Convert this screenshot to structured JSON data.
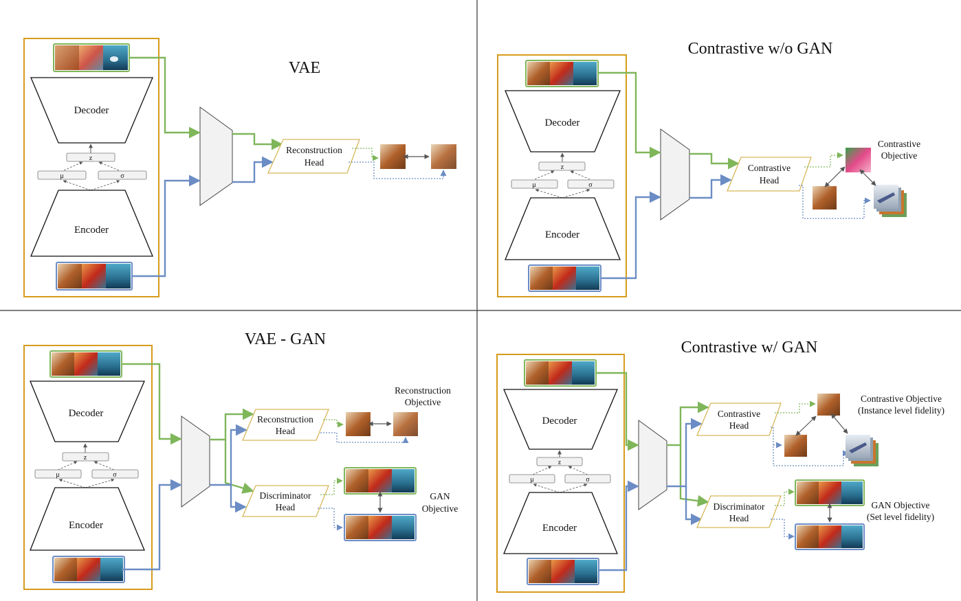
{
  "colors": {
    "container": "#d79b1a",
    "green_path": "#7fb65a",
    "blue_path": "#6b8cc4",
    "head_border": "#d6b75a",
    "grey_fill": "#f2f2f2"
  },
  "common": {
    "decoder": "Decoder",
    "encoder": "Encoder",
    "z": "z",
    "mu": "μ",
    "sigma": "σ"
  },
  "panels": {
    "vae": {
      "title": "VAE",
      "head": [
        "Reconstruction",
        "Head"
      ]
    },
    "contrastive_wo_gan": {
      "title": "Contrastive w/o GAN",
      "head": [
        "Contrastive",
        "Head"
      ],
      "objective": [
        "Contrastive",
        "Objective"
      ]
    },
    "vae_gan": {
      "title": "VAE - GAN",
      "head1": [
        "Reconstruction",
        "Head"
      ],
      "head2": [
        "Discriminator",
        "Head"
      ],
      "objective1": [
        "Reconstruction",
        "Objective"
      ],
      "objective2": [
        "GAN",
        "Objective"
      ]
    },
    "contrastive_w_gan": {
      "title": "Contrastive w/ GAN",
      "head1": [
        "Contrastive",
        "Head"
      ],
      "head2": [
        "Discriminator",
        "Head"
      ],
      "objective1": [
        "Contrastive Objective",
        "(Instance level fidelity)"
      ],
      "objective2": [
        "GAN Objective",
        "(Set level fidelity)"
      ]
    }
  }
}
